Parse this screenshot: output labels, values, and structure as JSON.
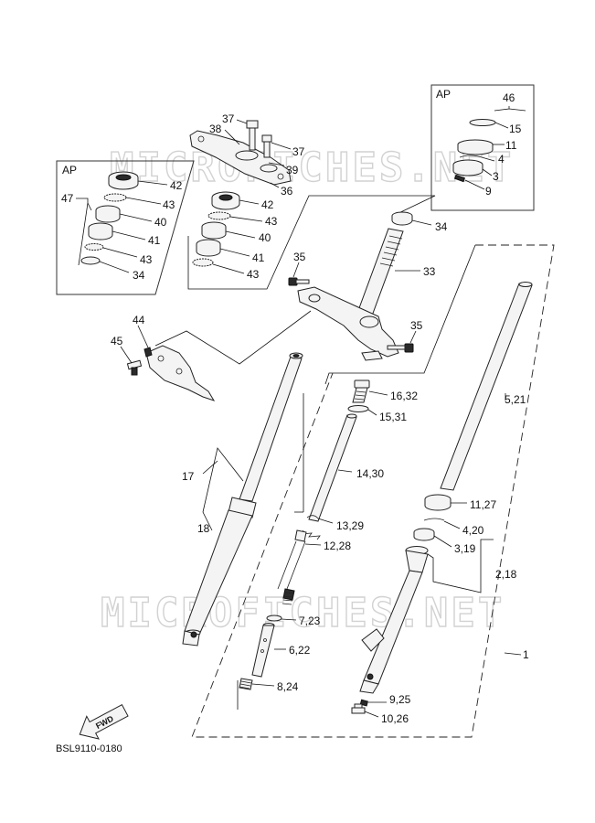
{
  "diagram": {
    "watermark": "MICROFICHES.NET",
    "drawing_code": "BSL9110-0180",
    "fwd_label": "FWD",
    "ap_label": "AP",
    "labels": {
      "l46": "46",
      "l15": "15",
      "l11": "11",
      "l4": "4",
      "l3": "3",
      "l9": "9",
      "l37a": "37",
      "l38": "38",
      "l37b": "37",
      "l39": "39",
      "l36": "36",
      "l47": "47",
      "l42a": "42",
      "l43a": "43",
      "l40a": "40",
      "l41a": "41",
      "l43b": "43",
      "l34a": "34",
      "l42b": "42",
      "l43c": "43",
      "l40b": "40",
      "l41b": "41",
      "l43d": "43",
      "l34b": "34",
      "l33": "33",
      "l35a": "35",
      "l35b": "35",
      "l44": "44",
      "l45": "45",
      "l16_32": "16,32",
      "l15_31": "15,31",
      "l14_30": "14,30",
      "l13_29": "13,29",
      "l12_28": "12,28",
      "l7_23": "7,23",
      "l6_22": "6,22",
      "l8_24": "8,24",
      "l9_25": "9,25",
      "l10_26": "10,26",
      "l17": "17",
      "l18": "18",
      "l5_21": "5,21",
      "l11_27": "11,27",
      "l4_20": "4,20",
      "l3_19": "3,19",
      "l2_18": "2,18",
      "l1": "1"
    }
  }
}
